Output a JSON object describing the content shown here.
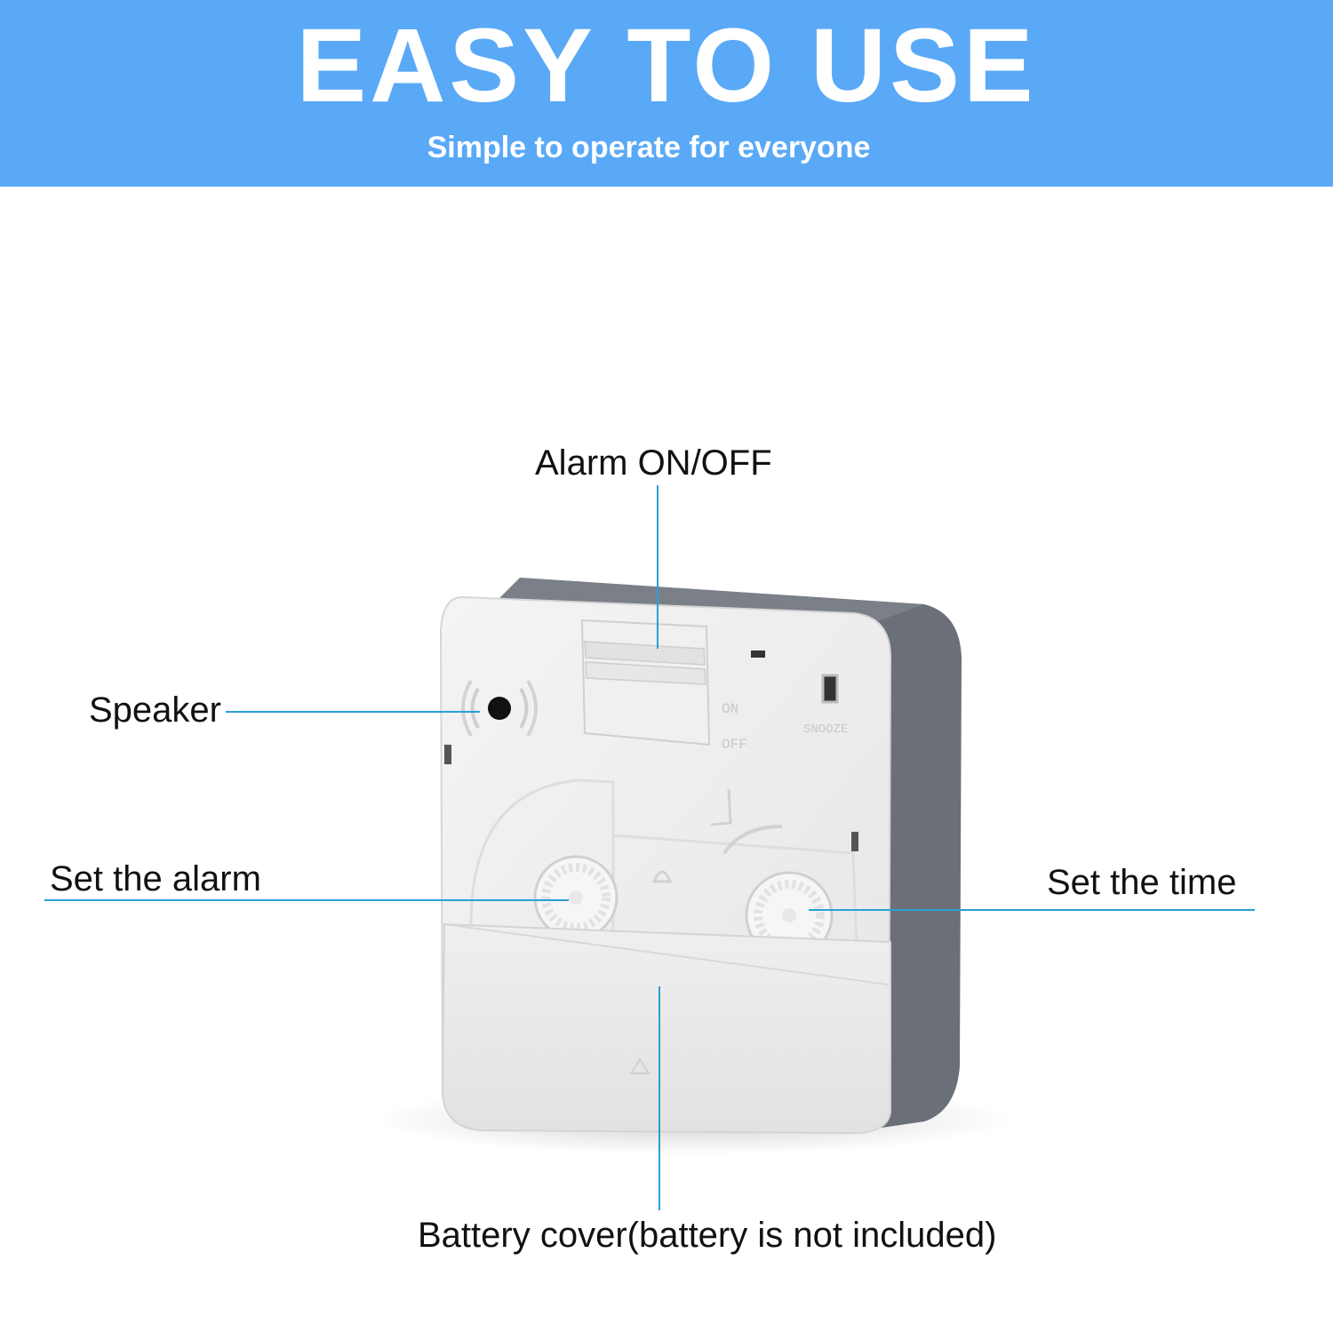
{
  "header": {
    "title": "EASY TO USE",
    "subtitle": "Simple to operate for everyone",
    "background_color": "#5aa9f7"
  },
  "product": {
    "switch_labels": {
      "on": "ON",
      "off": "OFF",
      "snooze": "SNOOZE"
    }
  },
  "callouts": {
    "alarm_switch": "Alarm ON/OFF",
    "speaker": "Speaker",
    "set_alarm": "Set the alarm",
    "set_time": "Set the time",
    "battery_cover": "Battery cover(battery is not included)",
    "line_color": "#2a9fd6"
  }
}
